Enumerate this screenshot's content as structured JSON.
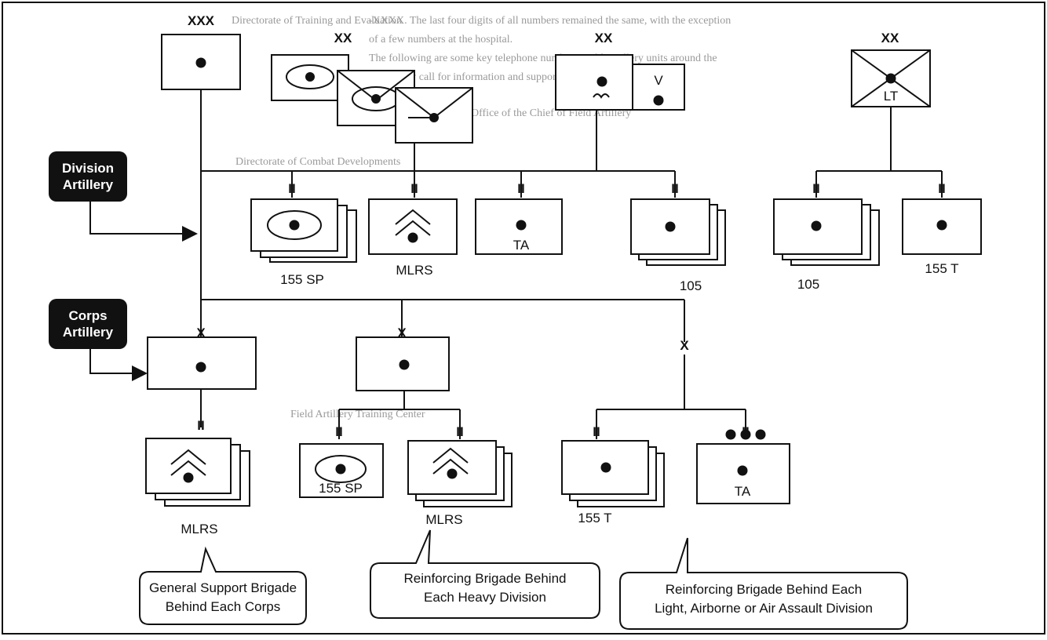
{
  "background_text": [
    "-XXXX. The last four digits of all numbers remained the same, with the exception",
    "of a few numbers at the hospital.",
    "The following are some key telephone numbers Field Artillery units around the",
    "world may call for information and support.",
    "Directorate of Training and Evaluation",
    "Office of the Chief of Field Artillery",
    "Directorate of Combat Developments",
    "Field Artillery Training Center"
  ],
  "labels": {
    "division_artillery": [
      "Division",
      "Artillery"
    ],
    "corps_artillery": [
      "Corps",
      "Artillery"
    ]
  },
  "echelons": {
    "xxx": "XXX",
    "xx": "XX",
    "x": "X",
    "ii": "II"
  },
  "units": {
    "sp155_top": "155 SP",
    "mlrs_top": "MLRS",
    "ta_top": "TA",
    "t105_mid": "105",
    "t155_right": "155 T",
    "t105_right": "105",
    "v_marker": "V",
    "lt": "LT",
    "mlrs_bl": "MLRS",
    "sp155_bottom": "155 SP",
    "mlrs_bottom": "MLRS",
    "t155_bottom": "155 T",
    "ta_bottom": "TA"
  },
  "callouts": {
    "general_support": [
      "General Support Brigade",
      "Behind Each Corps"
    ],
    "reinforcing_heavy": [
      "Reinforcing Brigade Behind",
      "Each Heavy Division"
    ],
    "reinforcing_light": [
      "Reinforcing Brigade Behind Each",
      "Light, Airborne or Air Assault Division"
    ]
  }
}
